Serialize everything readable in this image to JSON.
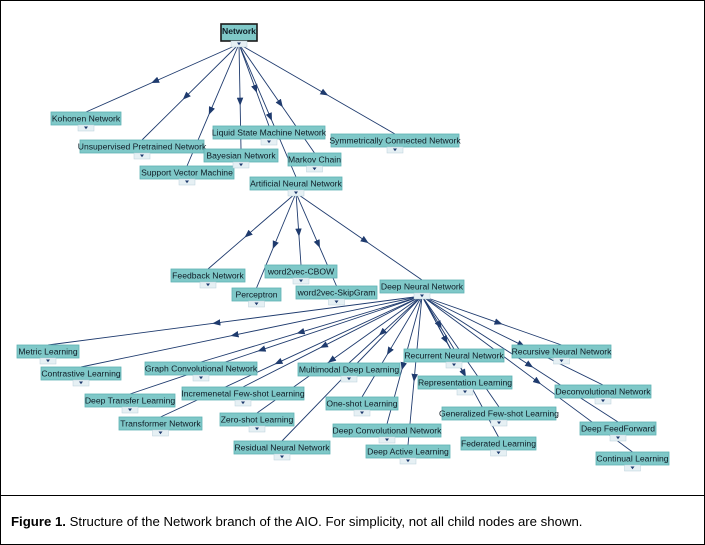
{
  "caption": {
    "label": "Figure 1.",
    "text": " Structure of the Network branch of the AIO. For simplicity, not all child nodes are shown."
  },
  "colors": {
    "node_fill": "#7fc8c8",
    "node_border": "#5fb2b4",
    "root_fill": "#7fc8c8",
    "root_border": "#1a1a1a",
    "edge": "#1f3b6e",
    "expander_fill": "#e6f0f4",
    "expander_arrow": "#1f3b6e"
  },
  "nodes": {
    "network": "Network",
    "kohonen": "Kohonen Network",
    "unsupervised": "Unsupervised Pretrained Network",
    "svm": "Support Vector Machine",
    "bayesian": "Bayesian Network",
    "liquid": "Liquid State Machine Network",
    "markov": "Markov Chain",
    "symmetric": "Symmetrically Connected Network",
    "ann": "Artificial Neural Network",
    "feedback": "Feedback Network",
    "perceptron": "Perceptron",
    "cbow": "word2vec-CBOW",
    "skipgram": "word2vec-SkipGram",
    "dnn": "Deep Neural Network",
    "metric": "Metric Learning",
    "contrastive": "Contrastive Learning",
    "transfer": "Deep Transfer Learning",
    "transformer": "Transformer Network",
    "gcn": "Graph Convolutional Network",
    "fewshot_inc": "Incremenetal Few-shot Learning",
    "zeroshot": "Zero-shot Learning",
    "residual": "Residual Neural Network",
    "multimodal": "Multimodal Deep Learning",
    "oneshot": "One-shot Learning",
    "dcn": "Deep Convolutional Network",
    "active": "Deep Active Learning",
    "rnn": "Recurrent Neural Network",
    "representation": "Representation Learning",
    "gen_fewshot": "Generalized Few-shot Learning",
    "federated": "Federated Learning",
    "recursive": "Recursive Neural Network",
    "deconv": "Deconvolutional Network",
    "feedforward": "Deep FeedForward",
    "continual": "Continual Learning"
  },
  "edges": [
    [
      "network",
      "kohonen"
    ],
    [
      "network",
      "unsupervised"
    ],
    [
      "network",
      "svm"
    ],
    [
      "network",
      "bayesian"
    ],
    [
      "network",
      "liquid"
    ],
    [
      "network",
      "markov"
    ],
    [
      "network",
      "symmetric"
    ],
    [
      "network",
      "ann"
    ],
    [
      "ann",
      "feedback"
    ],
    [
      "ann",
      "perceptron"
    ],
    [
      "ann",
      "cbow"
    ],
    [
      "ann",
      "skipgram"
    ],
    [
      "ann",
      "dnn"
    ],
    [
      "dnn",
      "metric"
    ],
    [
      "dnn",
      "contrastive"
    ],
    [
      "dnn",
      "transfer"
    ],
    [
      "dnn",
      "transformer"
    ],
    [
      "dnn",
      "gcn"
    ],
    [
      "dnn",
      "fewshot_inc"
    ],
    [
      "dnn",
      "zeroshot"
    ],
    [
      "dnn",
      "residual"
    ],
    [
      "dnn",
      "multimodal"
    ],
    [
      "dnn",
      "oneshot"
    ],
    [
      "dnn",
      "dcn"
    ],
    [
      "dnn",
      "active"
    ],
    [
      "dnn",
      "rnn"
    ],
    [
      "dnn",
      "representation"
    ],
    [
      "dnn",
      "gen_fewshot"
    ],
    [
      "dnn",
      "federated"
    ],
    [
      "dnn",
      "recursive"
    ],
    [
      "dnn",
      "deconv"
    ],
    [
      "dnn",
      "feedforward"
    ],
    [
      "dnn",
      "continual"
    ]
  ]
}
